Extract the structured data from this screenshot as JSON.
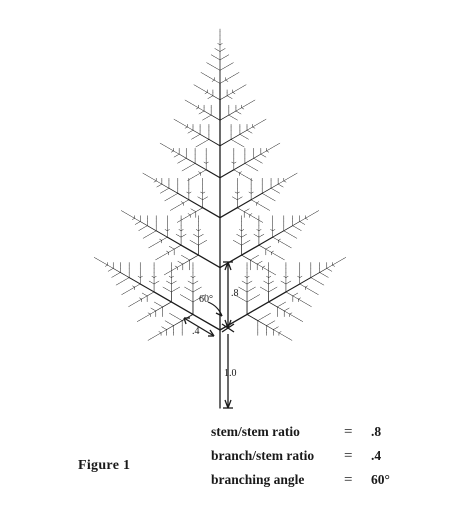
{
  "figure": {
    "caption": "Figure 1",
    "dimension_labels": {
      "upper_stem": ".8",
      "lower_stem": "1.0",
      "angle": "60°",
      "branch": ".4"
    }
  },
  "parameters": [
    {
      "name": "stem/stem ratio",
      "value": ".8"
    },
    {
      "name": "branch/stem ratio",
      "value": ".4"
    },
    {
      "name": "branching angle",
      "value": "60°"
    }
  ]
}
